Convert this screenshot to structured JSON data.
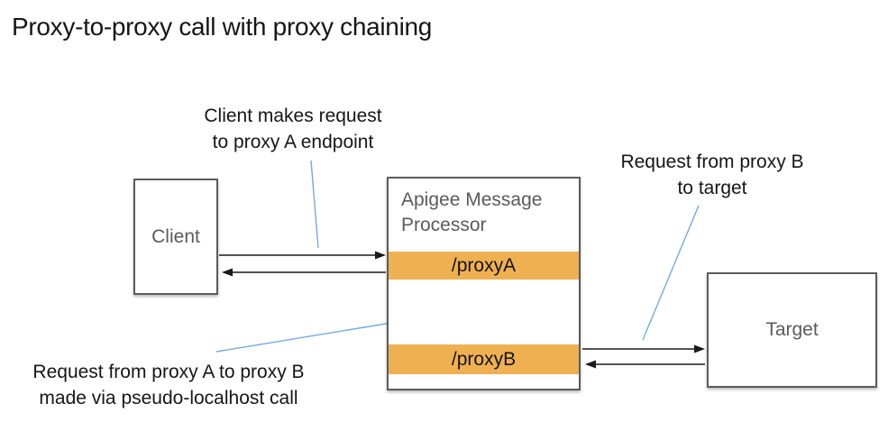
{
  "title": "Proxy-to-proxy call with proxy chaining",
  "nodes": {
    "client": {
      "label": "Client"
    },
    "processor": {
      "label": "Apigee Message Processor",
      "endpoints": [
        {
          "label": "/proxyA"
        },
        {
          "label": "/proxyB"
        }
      ]
    },
    "target": {
      "label": "Target"
    }
  },
  "annotations": [
    {
      "id": "client-request",
      "lines": [
        "Client makes request",
        "to proxy A endpoint"
      ]
    },
    {
      "id": "proxyb-to-target",
      "lines": [
        "Request from proxy B",
        "to target"
      ]
    },
    {
      "id": "pseudo-localhost",
      "lines": [
        "Request from proxy A to proxy B",
        "made via pseudo-localhost call"
      ]
    }
  ],
  "colors": {
    "endpoint_bar": "#EFB052",
    "leader_line": "#74AADC",
    "box_border": "#5C5C5C",
    "box_label": "#5B5B5B",
    "arrow": "#1A1A1A",
    "text": "#161616",
    "background": "#FFFFFF"
  }
}
